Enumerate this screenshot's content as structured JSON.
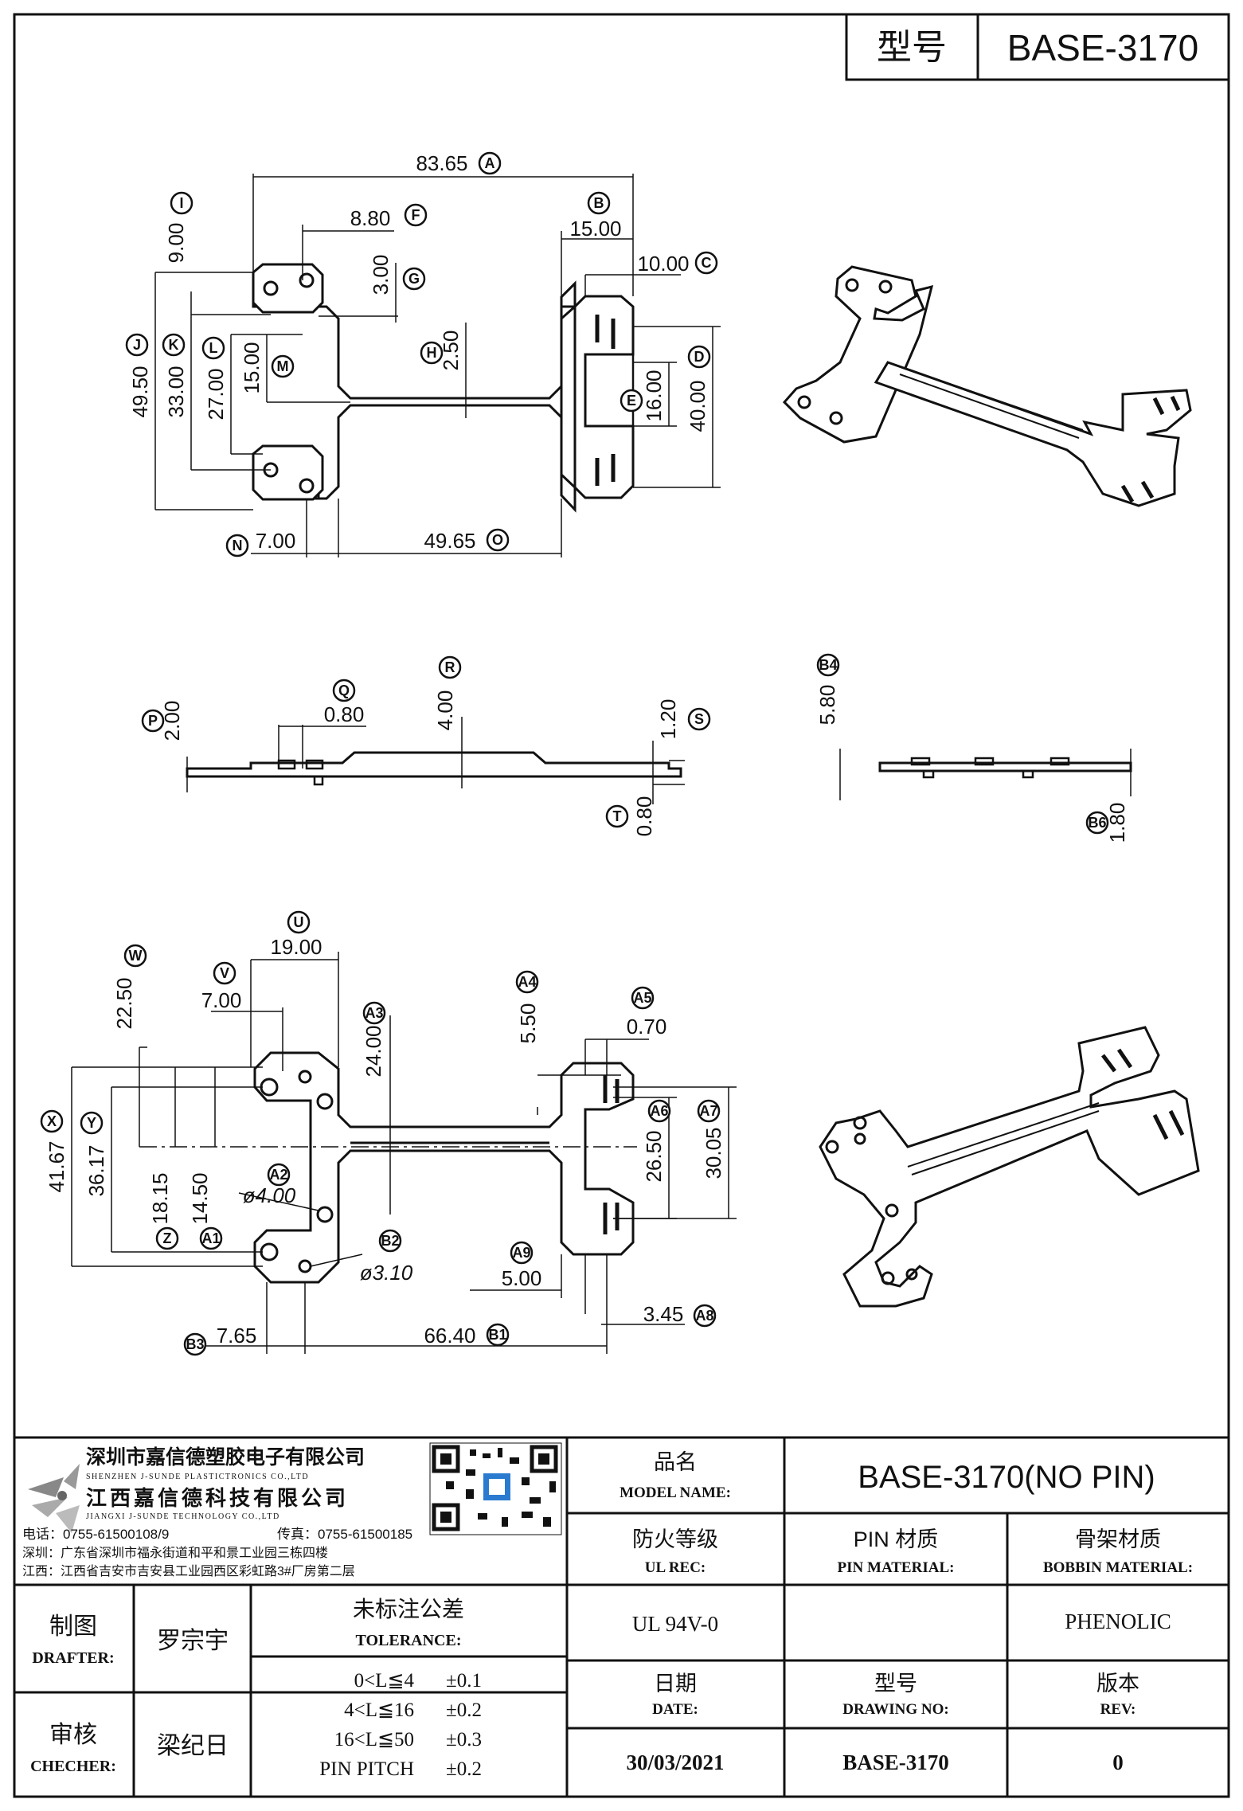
{
  "header": {
    "model_label": "型号",
    "model_value": "BASE-3170"
  },
  "top_view": {
    "dims": [
      {
        "id": "A",
        "value": "83.65"
      },
      {
        "id": "B",
        "value": "15.00"
      },
      {
        "id": "C",
        "value": "10.00"
      },
      {
        "id": "D",
        "value": "40.00"
      },
      {
        "id": "E",
        "value": "16.00"
      },
      {
        "id": "F",
        "value": "8.80"
      },
      {
        "id": "G",
        "value": "3.00"
      },
      {
        "id": "H",
        "value": "2.50"
      },
      {
        "id": "I",
        "value": "9.00"
      },
      {
        "id": "J",
        "value": "49.50"
      },
      {
        "id": "K",
        "value": "33.00"
      },
      {
        "id": "L",
        "value": "27.00"
      },
      {
        "id": "M",
        "value": "15.00"
      },
      {
        "id": "N",
        "value": "7.00"
      },
      {
        "id": "O",
        "value": "49.65"
      }
    ]
  },
  "side_view": {
    "dims": [
      {
        "id": "P",
        "value": "2.00"
      },
      {
        "id": "Q",
        "value": "0.80"
      },
      {
        "id": "R",
        "value": "4.00"
      },
      {
        "id": "S",
        "value": "1.20"
      },
      {
        "id": "T",
        "value": "0.80"
      },
      {
        "id": "B4",
        "value": "5.80"
      },
      {
        "id": "B6",
        "value": "1.80"
      }
    ]
  },
  "bottom_view": {
    "dims": [
      {
        "id": "U",
        "value": "19.00"
      },
      {
        "id": "V",
        "value": "7.00"
      },
      {
        "id": "W",
        "value": "22.50"
      },
      {
        "id": "A3",
        "value": "24.00"
      },
      {
        "id": "A4",
        "value": "5.50"
      },
      {
        "id": "A5",
        "value": "0.70"
      },
      {
        "id": "X",
        "value": "41.67"
      },
      {
        "id": "Y",
        "value": "36.17"
      },
      {
        "id": "Z",
        "value": "18.15"
      },
      {
        "id": "A1",
        "value": "14.50"
      },
      {
        "id": "A2",
        "value": "ø4.00"
      },
      {
        "id": "B2",
        "value": "ø3.10"
      },
      {
        "id": "A6",
        "value": "26.50"
      },
      {
        "id": "A7",
        "value": "30.05"
      },
      {
        "id": "A9",
        "value": "5.00"
      },
      {
        "id": "A8",
        "value": "3.45"
      },
      {
        "id": "B3",
        "value": "7.65"
      },
      {
        "id": "B1",
        "value": "66.40"
      }
    ]
  },
  "company": {
    "name_sz": "深圳市嘉信德塑胶电子有限公司",
    "name_sz_en": "SHENZHEN J-SUNDE PLASTICTRONICS CO.,LTD",
    "name_jx": "江西嘉信德科技有限公司",
    "name_jx_en": "JIANGXI J-SUNDE TECHNOLOGY CO.,LTD",
    "phone": "电话：0755-61500108/9",
    "fax": "传真：0755-61500185",
    "addr_sz": "深圳：广东省深圳市福永街道和平和景工业园三栋四楼",
    "addr_jx": "江西：江西省吉安市吉安县工业园西区彩虹路3#厂房第二层"
  },
  "title_block": {
    "model_name_cn": "品名",
    "model_name_en": "MODEL NAME:",
    "model_name_value": "BASE-3170(NO PIN)",
    "ul_cn": "防火等级",
    "ul_en": "UL REC:",
    "ul_value": "UL 94V-0",
    "pin_cn": "PIN 材质",
    "pin_en": "PIN MATERIAL:",
    "pin_value": "",
    "bobbin_cn": "骨架材质",
    "bobbin_en": "BOBBIN MATERIAL:",
    "bobbin_value": "PHENOLIC",
    "drafter_cn": "制图",
    "drafter_en": "DRAFTER:",
    "drafter_value": "罗宗宇",
    "checker_cn": "审核",
    "checker_en": "CHECHER:",
    "checker_value": "梁纪日",
    "tol_cn": "未标注公差",
    "tol_en": "TOLERANCE:",
    "tol_rows": [
      {
        "range": "0<L≦4",
        "value": "±0.1"
      },
      {
        "range": "4<L≦16",
        "value": "±0.2"
      },
      {
        "range": "16<L≦50",
        "value": "±0.3"
      },
      {
        "range": "PIN PITCH",
        "value": "±0.2"
      }
    ],
    "date_cn": "日期",
    "date_en": "DATE:",
    "date_value": "30/03/2021",
    "dwg_cn": "型号",
    "dwg_en": "DRAWING NO:",
    "dwg_value": "BASE-3170",
    "rev_cn": "版本",
    "rev_en": "REV:",
    "rev_value": "0"
  }
}
